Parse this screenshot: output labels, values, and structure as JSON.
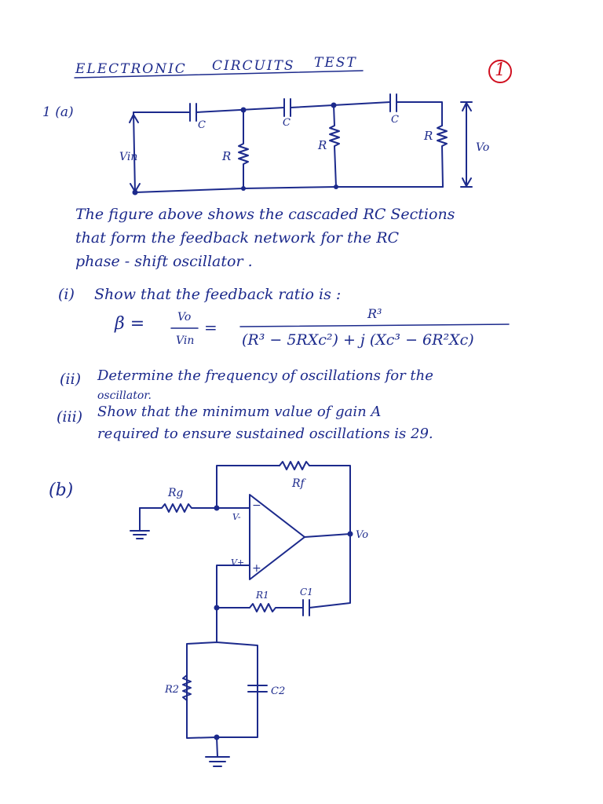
{
  "header": {
    "title_left": "ELECTRONIC",
    "title_mid": "CIRCUITS",
    "title_right": "TEST",
    "page_number": "1"
  },
  "q1a": {
    "label": "1 (a)",
    "circuit_labels": {
      "c1": "C",
      "c2": "C",
      "c3": "C",
      "r1": "R",
      "r2": "R",
      "r3": "R",
      "vin": "Vin",
      "vo": "Vo"
    },
    "description_lines": [
      "The figure above shows the cascaded RC Sections",
      "that form the feedback network for the RC",
      "phase - shift oscillator ."
    ],
    "part_i": {
      "label": "(i)",
      "text": "Show that the feedback ratio is :",
      "lhs_beta": "β =",
      "lhs_num": "Vo",
      "lhs_den": "Vin",
      "eq": "=",
      "rhs_num": "R³",
      "rhs_den": "(R³ − 5RXc²) + j (Xc³ − 6R²Xc)"
    },
    "part_ii": {
      "label": "(ii)",
      "line1": "Determine the frequency of oscillations for the",
      "line2": "oscillator."
    },
    "part_iii": {
      "label": "(iii)",
      "line1": "Show that the minimum value of gain A",
      "line2": "required to ensure sustained oscillations is 29."
    }
  },
  "q1b": {
    "label": "(b)",
    "circuit_labels": {
      "rg": "Rg",
      "rf": "Rf",
      "vminus": "V-",
      "vplus": "V+",
      "minus": "−",
      "plus": "+",
      "vo": "Vo",
      "r1": "R1",
      "c1": "C1",
      "r2": "R2",
      "c2": "C2"
    }
  }
}
